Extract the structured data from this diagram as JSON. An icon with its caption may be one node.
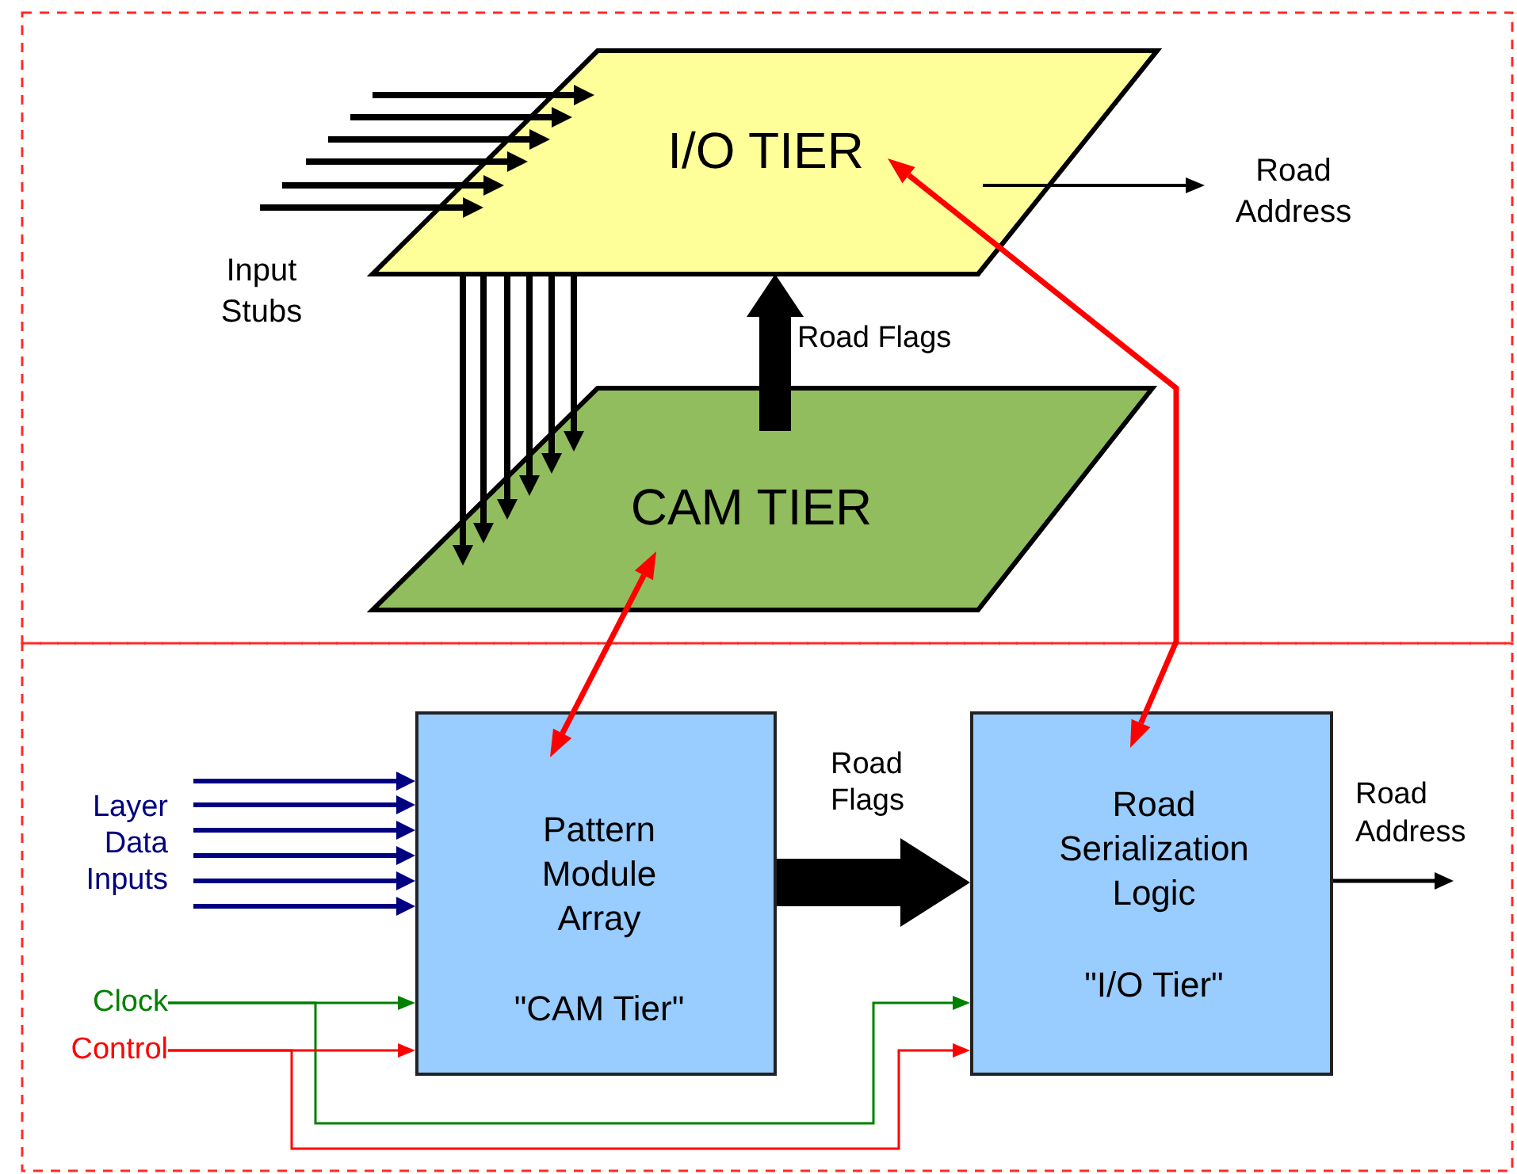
{
  "diagram": {
    "nodes": [
      {
        "text": [
          "I/O TIER"
        ]
      },
      {
        "text": [
          "CAM TIER"
        ]
      },
      {
        "text": [
          "Road Address"
        ]
      },
      {
        "text": [
          "Pattern Module Array",
          "\"CAM Tier\""
        ]
      },
      {
        "text": [
          "Road Serialization Logic",
          "\"I/O Tier\""
        ]
      },
      {
        "text": [
          "Clock"
        ]
      },
      {
        "text": [
          "Control"
        ]
      }
    ],
    "edges": [
      {
        "from": null,
        "to": 0,
        "arrow": "to"
      },
      {
        "from": null,
        "to": 0,
        "arrow": "to"
      },
      {
        "from": null,
        "to": 0,
        "arrow": "to"
      },
      {
        "from": null,
        "to": 0,
        "arrow": "to"
      },
      {
        "from": null,
        "to": 0,
        "arrow": "to"
      },
      {
        "from": null,
        "to": 0,
        "arrow": "to"
      },
      {
        "from": 0,
        "to": 1,
        "arrow": "to"
      },
      {
        "from": 0,
        "to": 1,
        "arrow": "to"
      },
      {
        "from": 0,
        "to": 1,
        "arrow": "to"
      },
      {
        "from": 0,
        "to": 1,
        "arrow": "to"
      },
      {
        "from": 0,
        "to": 1,
        "arrow": "to"
      },
      {
        "from": 0,
        "to": 1,
        "arrow": "to"
      },
      {
        "from": 1,
        "to": 0,
        "arrow": "to",
        "label": "Road Flags",
        "style": "thick"
      },
      {
        "from": 0,
        "to": 2,
        "arrow": "to"
      },
      {
        "from": 1,
        "to": 3,
        "arrow": "both",
        "color": "#ff0000"
      },
      {
        "from": 0,
        "to": 4,
        "arrow": "both",
        "color": "#ff0000"
      },
      {
        "from": null,
        "to": 3,
        "arrow": "to",
        "color": "#000080"
      },
      {
        "from": null,
        "to": 3,
        "arrow": "to",
        "color": "#000080"
      },
      {
        "from": null,
        "to": 3,
        "arrow": "to",
        "color": "#000080"
      },
      {
        "from": null,
        "to": 3,
        "arrow": "to",
        "color": "#000080"
      },
      {
        "from": null,
        "to": 3,
        "arrow": "to",
        "color": "#000080"
      },
      {
        "from": null,
        "to": 3,
        "arrow": "to",
        "color": "#000080"
      },
      {
        "from": 3,
        "to": 4,
        "arrow": "to",
        "label": "Road Flags",
        "style": "thick"
      },
      {
        "from": 4,
        "to": null,
        "arrow": "to"
      },
      {
        "from": 5,
        "to": 3,
        "arrow": "to",
        "color": "#008000"
      },
      {
        "from": 5,
        "to": 4,
        "arrow": "to",
        "color": "#008000"
      },
      {
        "from": 6,
        "to": 3,
        "arrow": "to",
        "color": "#ff0000"
      },
      {
        "from": 6,
        "to": 4,
        "arrow": "to",
        "color": "#ff0000"
      }
    ],
    "labels": [
      "Input Stubs",
      "Layer Data Inputs",
      "Road Address"
    ]
  }
}
